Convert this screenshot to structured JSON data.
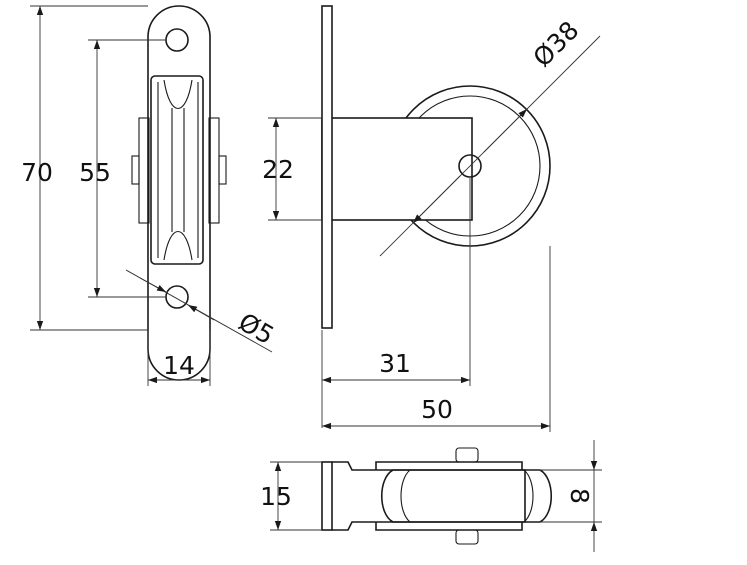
{
  "dimensions": {
    "height_total": "70",
    "hole_spacing": "55",
    "bracket_width": "14",
    "hole_diameter": "Ø5",
    "plate_height": "22",
    "wheel_diameter": "Ø38",
    "axle_offset": "31",
    "overall_depth": "50",
    "bottom_width": "15",
    "groove_width": "8"
  },
  "colors": {
    "line": "#1a1a1a",
    "background": "#ffffff"
  }
}
